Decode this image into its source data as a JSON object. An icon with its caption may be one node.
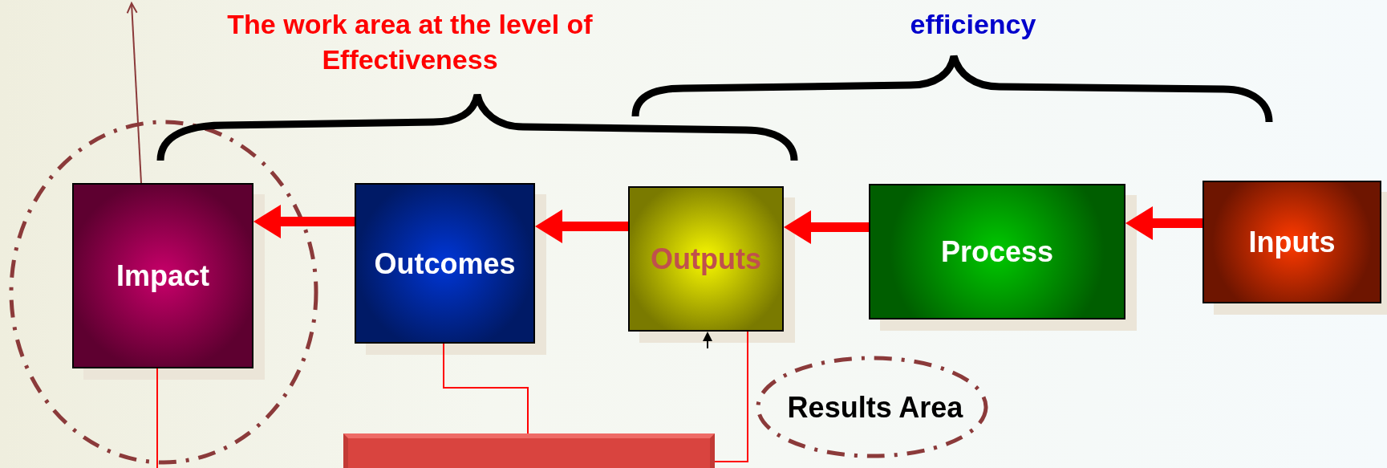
{
  "diagram": {
    "nodes": [
      {
        "text": [
          "Impact"
        ]
      },
      {
        "text": [
          "Outcomes"
        ]
      },
      {
        "text": [
          "Outputs"
        ]
      },
      {
        "text": [
          "Process"
        ]
      },
      {
        "text": [
          "Inputs"
        ]
      },
      {
        "text": [
          "Results Area"
        ]
      },
      {
        "text": [],
        "shape": "bar"
      }
    ],
    "edges": [
      {
        "from": 4,
        "to": 3,
        "arrow": "to",
        "style": "thick"
      },
      {
        "from": 3,
        "to": 2,
        "arrow": "to",
        "style": "thick"
      },
      {
        "from": 2,
        "to": 1,
        "arrow": "to",
        "style": "thick"
      },
      {
        "from": 1,
        "to": 0,
        "arrow": "to",
        "style": "thick"
      },
      {
        "from": 1,
        "to": 6,
        "arrow": "none"
      },
      {
        "from": 2,
        "to": 6,
        "arrow": "none"
      },
      {
        "from": 0,
        "to": null,
        "arrow": "none"
      },
      {
        "from": null,
        "to": 2,
        "arrow": "to",
        "color": "#000000"
      },
      {
        "from": 0,
        "to": null,
        "arrow": "to",
        "color": "#8b3a3a"
      }
    ],
    "labels": [
      "The work area at the level of Effectiveness",
      "efficiency"
    ]
  }
}
